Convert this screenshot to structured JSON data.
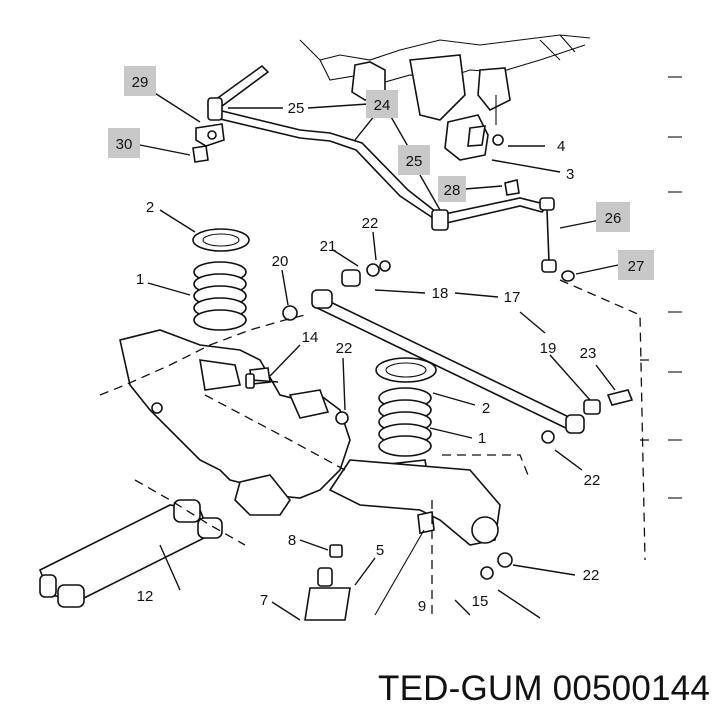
{
  "callouts": [
    {
      "text": "29",
      "boxed": true
    },
    {
      "text": "30",
      "boxed": true
    },
    {
      "text": "25",
      "boxed": false
    },
    {
      "text": "24",
      "boxed": true
    },
    {
      "text": "25",
      "boxed": true
    },
    {
      "text": "28",
      "boxed": true
    },
    {
      "text": "4",
      "boxed": false
    },
    {
      "text": "3",
      "boxed": false
    },
    {
      "text": "26",
      "boxed": true
    },
    {
      "text": "27",
      "boxed": true
    },
    {
      "text": "2",
      "boxed": false
    },
    {
      "text": "22",
      "boxed": false
    },
    {
      "text": "21",
      "boxed": false
    },
    {
      "text": "20",
      "boxed": false
    },
    {
      "text": "1",
      "boxed": false
    },
    {
      "text": "18",
      "boxed": false
    },
    {
      "text": "17",
      "boxed": false
    },
    {
      "text": "14",
      "boxed": false
    },
    {
      "text": "22",
      "boxed": false
    },
    {
      "text": "19",
      "boxed": false
    },
    {
      "text": "23",
      "boxed": false
    },
    {
      "text": "2",
      "boxed": false
    },
    {
      "text": "1",
      "boxed": false
    },
    {
      "text": "22",
      "boxed": false
    },
    {
      "text": "8",
      "boxed": false
    },
    {
      "text": "5",
      "boxed": false
    },
    {
      "text": "22",
      "boxed": false
    },
    {
      "text": "12",
      "boxed": false
    },
    {
      "text": "7",
      "boxed": false
    },
    {
      "text": "9",
      "boxed": false
    },
    {
      "text": "15",
      "boxed": false
    }
  ],
  "brand_caption": "TED-GUM 00500144"
}
